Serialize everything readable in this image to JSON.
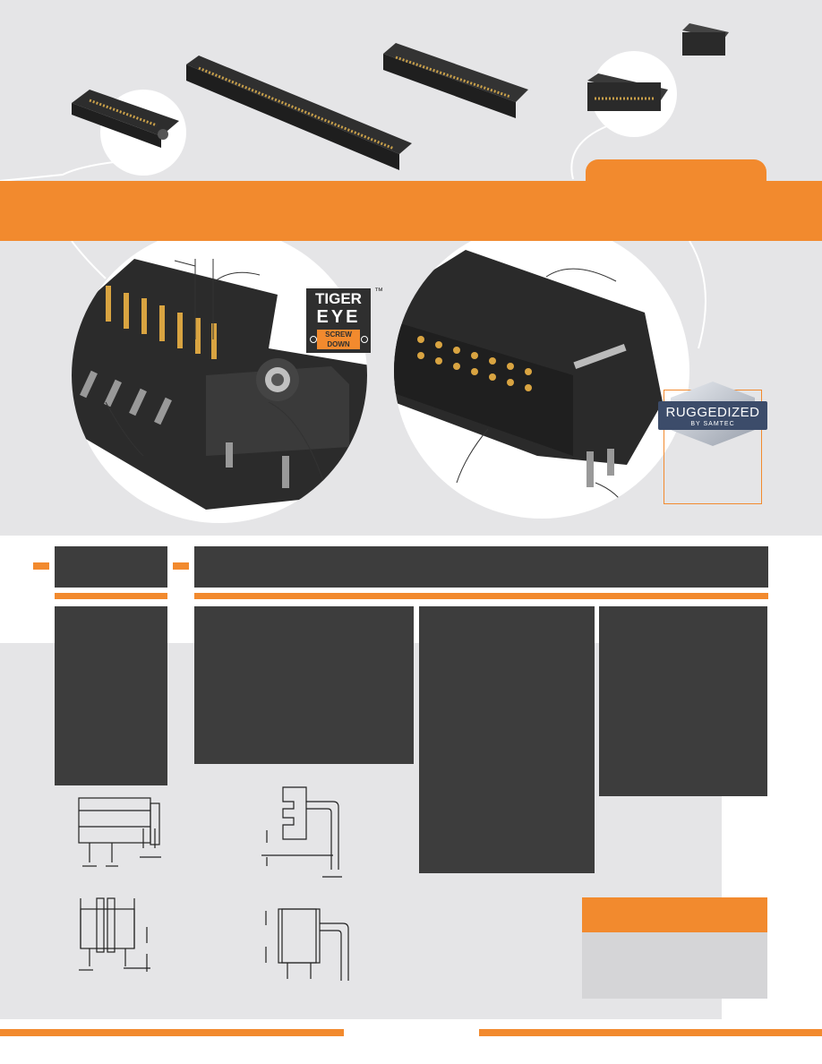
{
  "badge": {
    "tiger_line1": "TIGER",
    "tiger_line2": "EYE",
    "tiger_screw": "SCREW",
    "tiger_down": "DOWN",
    "trademark": "™",
    "ruggedized": "RUGGEDIZED",
    "by_samtec": "BY SAMTEC"
  },
  "colors": {
    "accent": "#f28a2e",
    "dark_panel": "#3d3d3d",
    "light_gray": "#e5e5e7",
    "pin_gold": "#d9a441"
  },
  "icons": [
    "tiger-eye-logo-icon",
    "ruggedized-shield-icon"
  ]
}
